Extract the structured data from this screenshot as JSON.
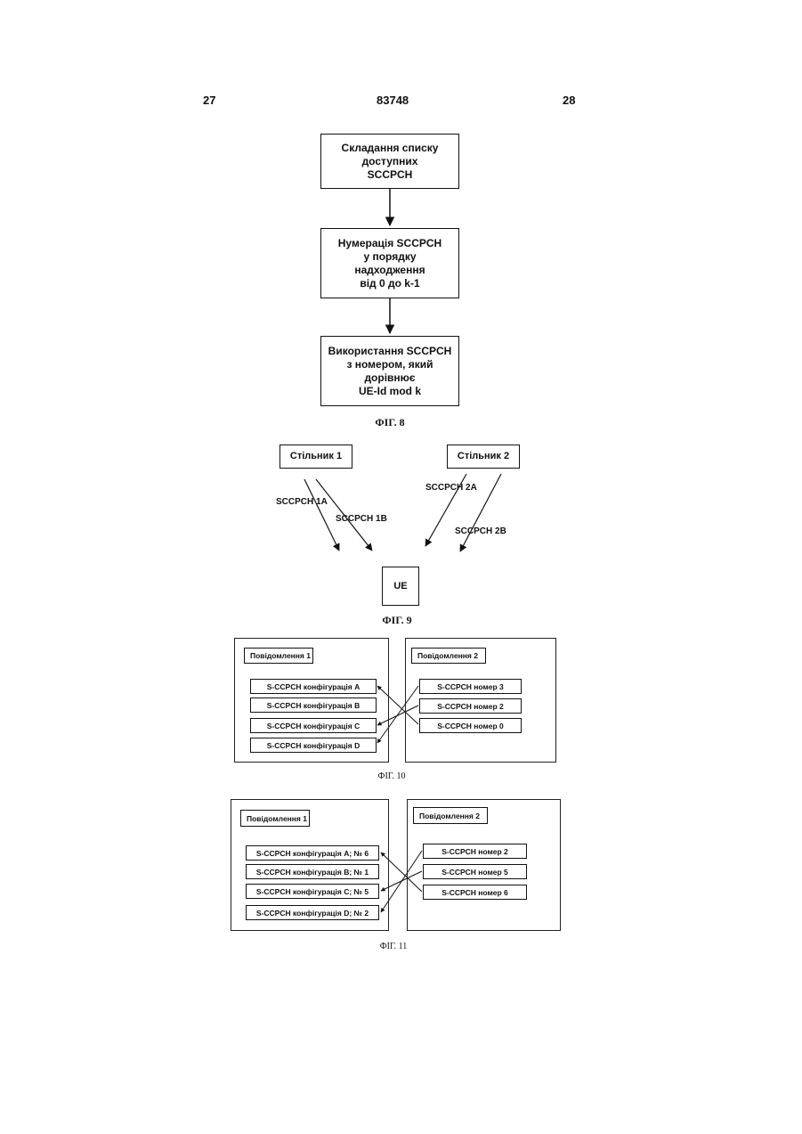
{
  "header": {
    "left": "27",
    "center": "83748",
    "right": "28"
  },
  "fig8": {
    "steps": [
      "Складання списку\nдоступних\nSCCPCH",
      "Нумерація SCCPCH\nу порядку\nнадходження\nвід 0 до k-1",
      "Використання SCCPCH\nз номером, який\nдорівнює\nUE-Id mod k"
    ],
    "caption": "ФІГ. 8"
  },
  "fig9": {
    "cell1": "Стільник 1",
    "cell2": "Стільник 2",
    "ch1a": "SCCPCH 1A",
    "ch1b": "SCCPCH 1B",
    "ch2a": "SCCPCH 2A",
    "ch2b": "SCCPCH 2B",
    "ue": "UE",
    "caption": "ФІГ. 9"
  },
  "fig10": {
    "msg1": "Повідомлення 1",
    "msg2": "Повідомлення 2",
    "configs": [
      "S-CCPCH конфігурація A",
      "S-CCPCH конфігурація B",
      "S-CCPCH конфігурація C",
      "S-CCPCH конфігурація D"
    ],
    "numbers": [
      "S-CCPCH номер 3",
      "S-CCPCH номер 2",
      "S-CCPCH номер 0"
    ],
    "caption": "ФІГ. 10"
  },
  "fig11": {
    "msg1": "Повідомлення 1",
    "msg2": "Повідомлення 2",
    "configs": [
      "S-CCPCH конфігурація A; № 6",
      "S-CCPCH конфігурація B; № 1",
      "S-CCPCH конфігурація C; № 5",
      "S-CCPCH конфігурація D; № 2"
    ],
    "numbers": [
      "S-CCPCH номер 2",
      "S-CCPCH номер 5",
      "S-CCPCH номер 6"
    ],
    "caption": "ФІГ. 11"
  }
}
